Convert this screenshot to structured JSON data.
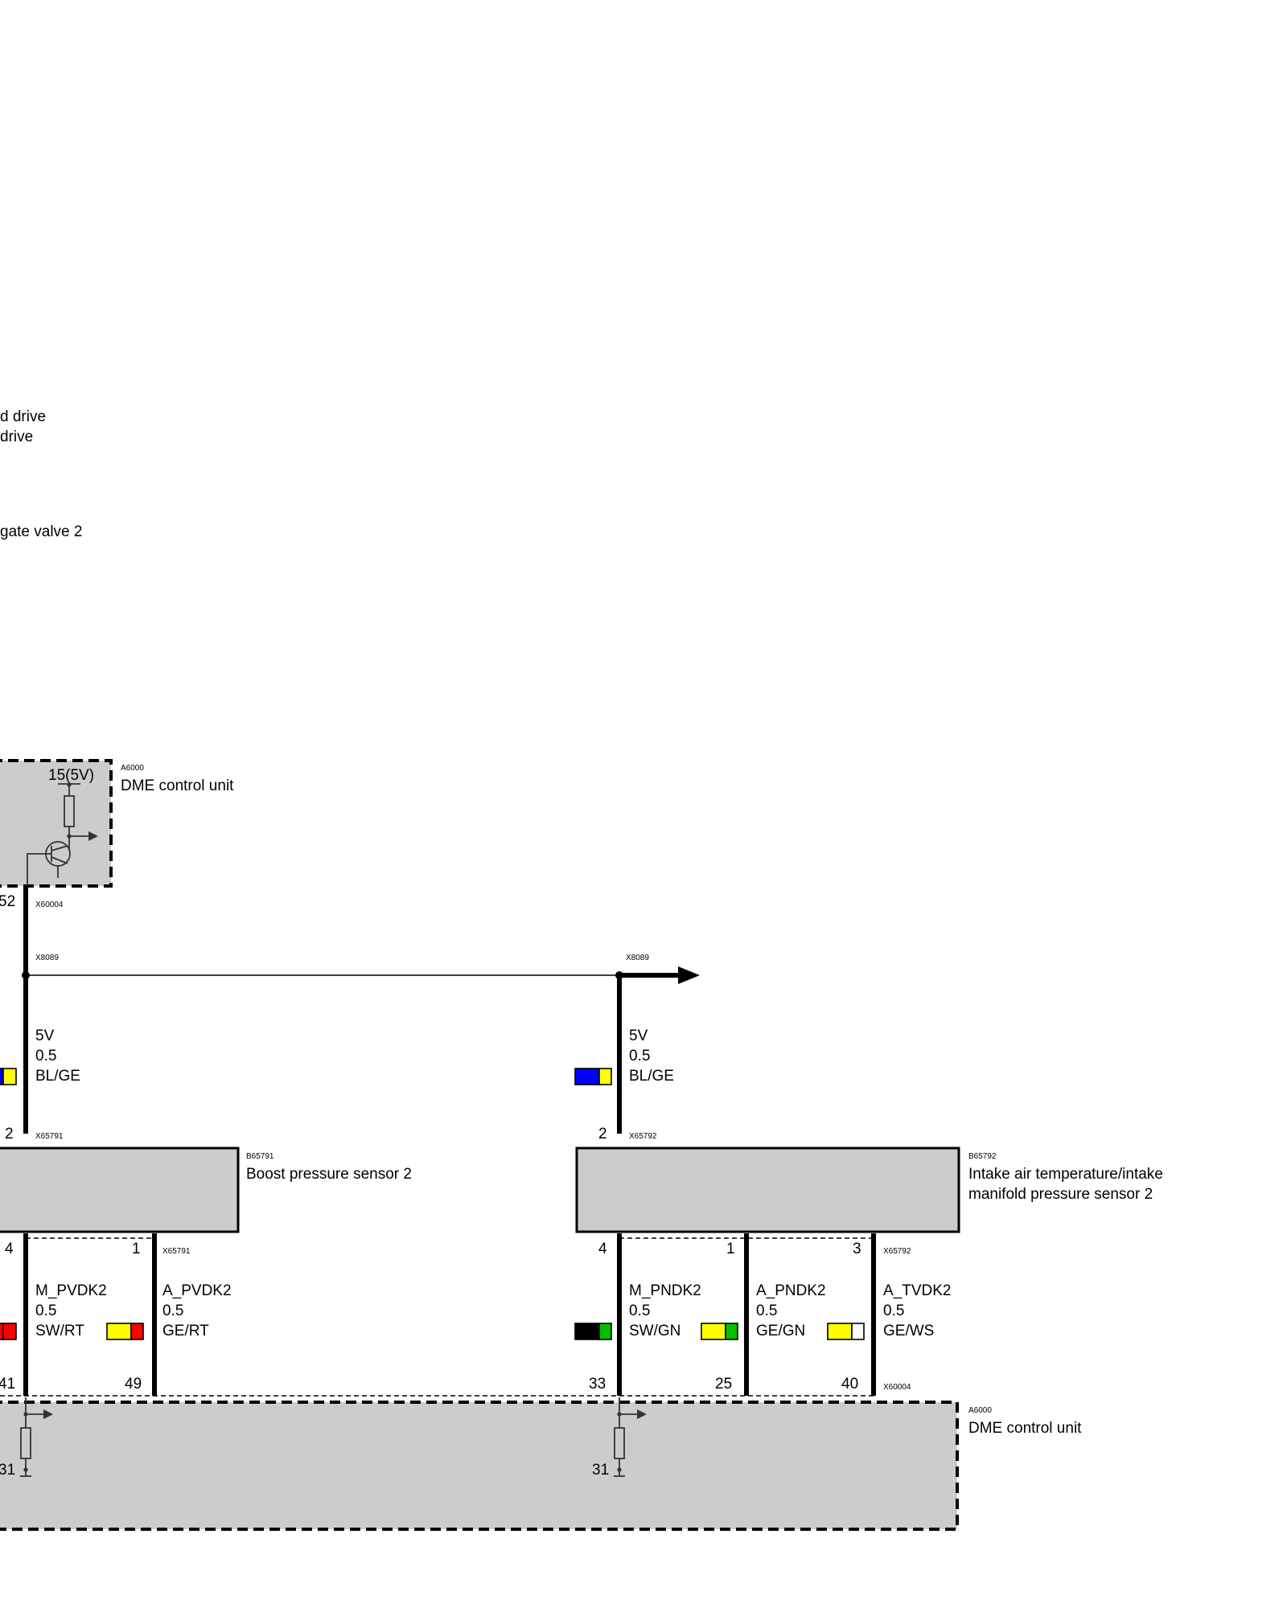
{
  "left_labels": {
    "line1": "d drive",
    "line2": "drive",
    "line3": "gate valve 2"
  },
  "dme_top": {
    "code": "A6000",
    "title": "DME control unit",
    "supply": "15(5V)",
    "pin": "52",
    "connector": "X60004"
  },
  "bus": {
    "left_code": "X8089",
    "right_code": "X8089"
  },
  "wires": {
    "w5v_left": {
      "signal": "5V",
      "size": "0.5",
      "color": "BL/GE",
      "colors": [
        "#0000ff",
        "#ffff00"
      ]
    },
    "w5v_right": {
      "signal": "5V",
      "size": "0.5",
      "color": "BL/GE",
      "colors": [
        "#0000ff",
        "#ffff00"
      ]
    },
    "m_pvdk2": {
      "signal": "M_PVDK2",
      "size": "0.5",
      "color": "SW/RT",
      "colors": [
        "#ff0000",
        "#ff0000"
      ]
    },
    "a_pvdk2": {
      "signal": "A_PVDK2",
      "size": "0.5",
      "color": "GE/RT",
      "colors": [
        "#ffff00",
        "#ff0000"
      ]
    },
    "m_pndk2": {
      "signal": "M_PNDK2",
      "size": "0.5",
      "color": "SW/GN",
      "colors": [
        "#000000",
        "#00c000"
      ]
    },
    "a_pndk2": {
      "signal": "A_PNDK2",
      "size": "0.5",
      "color": "GE/GN",
      "colors": [
        "#ffff00",
        "#00c000"
      ]
    },
    "a_tvdk2": {
      "signal": "A_TVDK2",
      "size": "0.5",
      "color": "GE/WS",
      "colors": [
        "#ffff00",
        "#ffffff"
      ]
    }
  },
  "sensor1": {
    "code": "B65791",
    "title": "Boost pressure sensor 2",
    "top_pin": "2",
    "top_connector": "X65791",
    "bottom_pin_left": "4",
    "bottom_pin_right": "1",
    "bottom_connector": "X65791"
  },
  "sensor2": {
    "code": "B65792",
    "title_line1": "Intake air temperature/intake",
    "title_line2": "manifold pressure sensor 2",
    "top_pin": "2",
    "top_connector": "X65792",
    "bottom_pin_left": "4",
    "bottom_pin_mid": "1",
    "bottom_pin_right": "3",
    "bottom_connector": "X65792"
  },
  "dme_bottom": {
    "code": "A6000",
    "title": "DME control unit",
    "pins": [
      "41",
      "49",
      "33",
      "25",
      "40"
    ],
    "connector": "X60004",
    "ground_left": "31",
    "ground_right": "31"
  }
}
